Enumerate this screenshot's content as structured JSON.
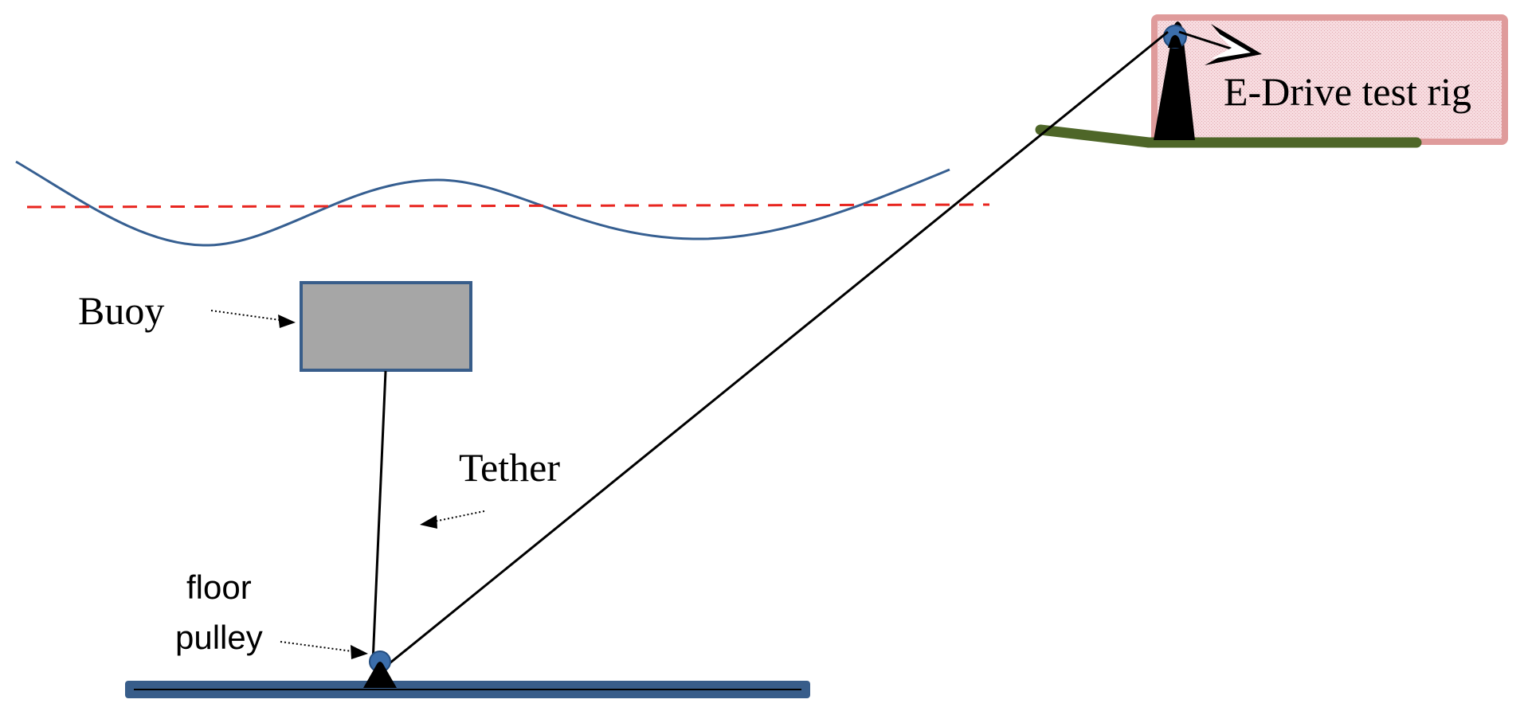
{
  "labels": {
    "rig": "E-Drive test rig",
    "buoy": "Buoy",
    "tether": "Tether",
    "floor_pulley_line1": "floor",
    "floor_pulley_line2": "pulley"
  },
  "colors": {
    "rig_border": "#df9b9b",
    "rig_fill": "#f7dce0",
    "ground": "#4e6628",
    "water_surface": "#365f91",
    "mean_water_level": "#e8251f",
    "buoy_fill": "#a6a6a6",
    "buoy_border": "#385d8a",
    "seabed": "#385d8a",
    "pulley": "#3b6eab",
    "tether_line": "#000000"
  },
  "icons": {
    "rig_pulley": "pulley-icon",
    "floor_pulley": "pulley-icon",
    "pulley_support": "triangle-support-icon"
  }
}
